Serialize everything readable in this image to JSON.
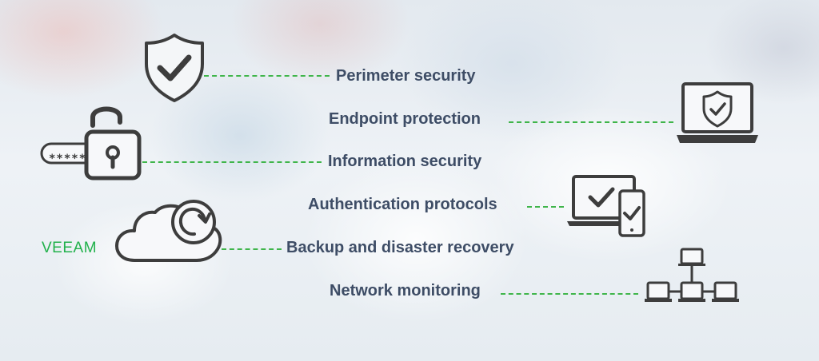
{
  "items": [
    {
      "label": "Perimeter security",
      "icon": "shield-check-icon"
    },
    {
      "label": "Endpoint protection",
      "icon": "laptop-shield-icon"
    },
    {
      "label": "Information security",
      "icon": "padlock-password-icon"
    },
    {
      "label": "Authentication protocols",
      "icon": "laptop-phone-check-icon"
    },
    {
      "label": "Backup and disaster recovery",
      "icon": "cloud-backup-icon"
    },
    {
      "label": "Network monitoring",
      "icon": "network-topology-icon"
    }
  ],
  "brand": {
    "name": "VEEAM",
    "color": "#21b14b"
  },
  "password_mask": "*****",
  "colors": {
    "text": "#3e4d66",
    "connector": "#3fb54a",
    "icon_stroke": "#3d3d3d"
  }
}
